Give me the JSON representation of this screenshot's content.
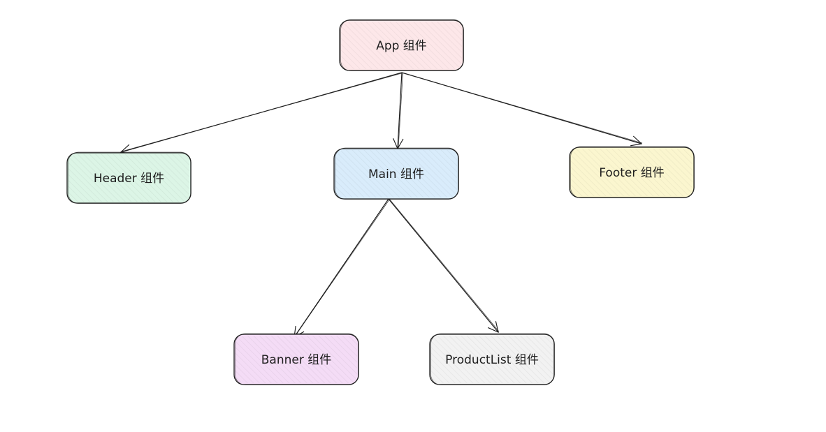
{
  "diagram": {
    "nodes": [
      {
        "id": "app",
        "label": "App 组件",
        "fill": "#fde7e9"
      },
      {
        "id": "header",
        "label": "Header 组件",
        "fill": "#dcf5e6"
      },
      {
        "id": "main",
        "label": "Main 组件",
        "fill": "#d9ecfb"
      },
      {
        "id": "footer",
        "label": "Footer 组件",
        "fill": "#fbf6cf"
      },
      {
        "id": "banner",
        "label": "Banner 组件",
        "fill": "#f4dcf6"
      },
      {
        "id": "productlist",
        "label": "ProductList 组件",
        "fill": "#f2f2f2"
      }
    ],
    "edges": [
      {
        "from": "app",
        "to": "header"
      },
      {
        "from": "app",
        "to": "main"
      },
      {
        "from": "app",
        "to": "footer"
      },
      {
        "from": "main",
        "to": "banner"
      },
      {
        "from": "main",
        "to": "productlist"
      }
    ],
    "colors": {
      "stroke": "#1e1e1e",
      "text": "#1e1e1e"
    }
  }
}
